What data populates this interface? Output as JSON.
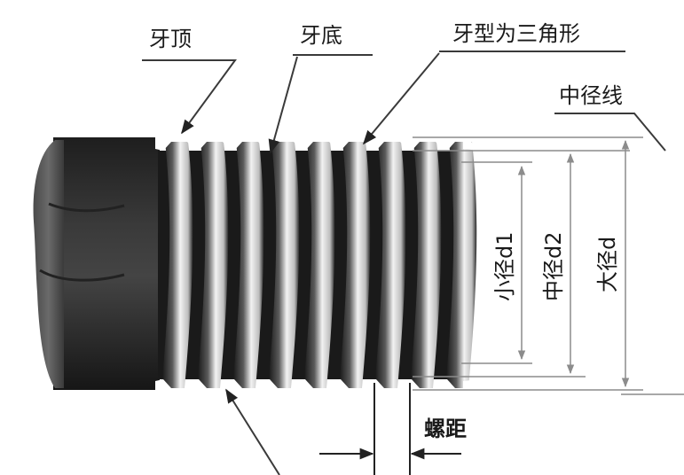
{
  "labels": {
    "crest": "牙顶",
    "root": "牙底",
    "profile": "牙型为三角形",
    "pitch_line": "中径线",
    "minor_diameter": "小径d1",
    "pitch_diameter": "中径d2",
    "major_diameter": "大径d",
    "pitch": "螺距"
  },
  "colors": {
    "body_dark": "#2b2b2b",
    "thread_light": "#f0f0f0",
    "thread_dark": "#1c1c1c",
    "dimension_line": "#8c8c8c",
    "leader_line": "#3a3a3a",
    "text": "#1a1a1a"
  }
}
